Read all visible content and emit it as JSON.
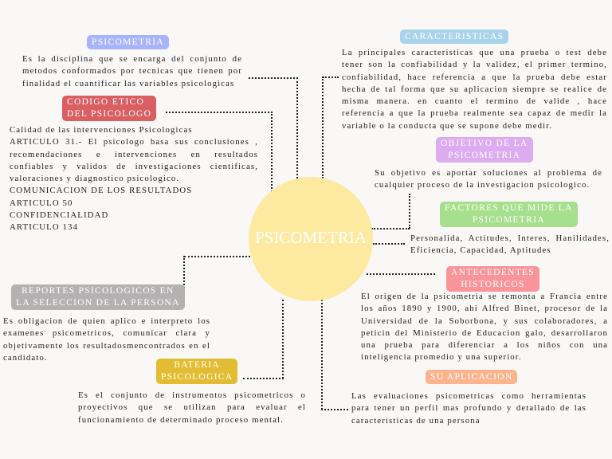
{
  "center": {
    "title": "PSICOMETRIA",
    "color": "#fde9a0"
  },
  "nodes": {
    "psicometria": {
      "label": "PSICOMETRIA",
      "color": "#a7b4fb",
      "text": "Es la disciplina que se encarga del conjunto de metodos conformados por tecnicas que tienen por finalidad el cuantificar las variables psicologicas"
    },
    "codigo": {
      "label_lines": [
        "CODIGO ETICO",
        "DEL PSICOLOGO"
      ],
      "color": "#d95f63",
      "text_lines": [
        "Calidad de las intervenciones Psicologicas",
        "ARTICULO 31.- El psicologo basa sus conclusiones , recomendaciones e intervenciones en resultados confiables y validos de investigaciones cientificas, valoraciones y diagnostico psicologico.",
        "COMUNICACION DE LOS RESULTADOS",
        "ARTICULO 50",
        "CONFIDENCIALIDAD",
        "ARTICULO 134"
      ]
    },
    "reportes": {
      "label_lines": [
        "REPORTES PSICOLOGICOS EN",
        "LA SELECCION DE LA PERSONA"
      ],
      "color": "#b3b1b1",
      "text": "Es obligacion de quien aplico e interpreto los examenes psicometricos, comunicar clara y objetivamente los resultadosmencontrados en el candidato."
    },
    "bateria": {
      "label_lines": [
        "BATERIA",
        "PSICOLOGICA"
      ],
      "color": "#e2bd32",
      "text": "Es el conjunto de instrumentos psicometricos o proyectivos que se utilizan para evaluar el funcionamiento de determinado proceso mental."
    },
    "caracteristicas": {
      "label": "CARACTERISTICAS",
      "color": "#a9d3ea",
      "text": "La principales caracteristicas que una prueba o test debe tener son la confiabilidad y la validez, el primer termino, confiabilidad, hace referencia a que la prueba debe estar hecha de tal forma que su aplicacion siempre se realice de misma manera. en  cuanto el termino de valide , hace referencia a que la prueba realmente sea capaz de medir la variable o la conducta que se supone debe medir."
    },
    "objetivo": {
      "label_lines": [
        "OBJETIVO DE LA",
        "PSICOMETRIA"
      ],
      "color": "#dcabf0",
      "text": "Su objetivo es aportar soluciones al problema de cualquier proceso de la investigacion psicologico."
    },
    "factores": {
      "label_lines": [
        "FACTORES QUE MIDE LA",
        "PSICOMETRIA"
      ],
      "color": "#a6e08e",
      "text": "Personalida, Actitudes, Interes, Hanilidades, Eficiencia, Capacidad, Aptitudes"
    },
    "antecedentes": {
      "label_lines": [
        "ANTECEDENTES",
        "HISTORICOS"
      ],
      "color": "#f9959a",
      "text": "El origen de la psicometria se remonta a Francia entre los años 1890 y 1900, ahi Alfred Binet, procesor de la Universidad de la Soborbona, y sus colaboradores, a peticin del Ministerio de Educacion galo, desarrollaron una prueba para diferenciar a los niños con una inteligencia promedio y una superior."
    },
    "aplicacion": {
      "label": "SU APLICACION",
      "color": "#fbb48e",
      "text": "Las evaluaciones psicometricas como herramientas para tener un perfil mas profundo y detallado de las caracteristicas de una persona"
    }
  }
}
